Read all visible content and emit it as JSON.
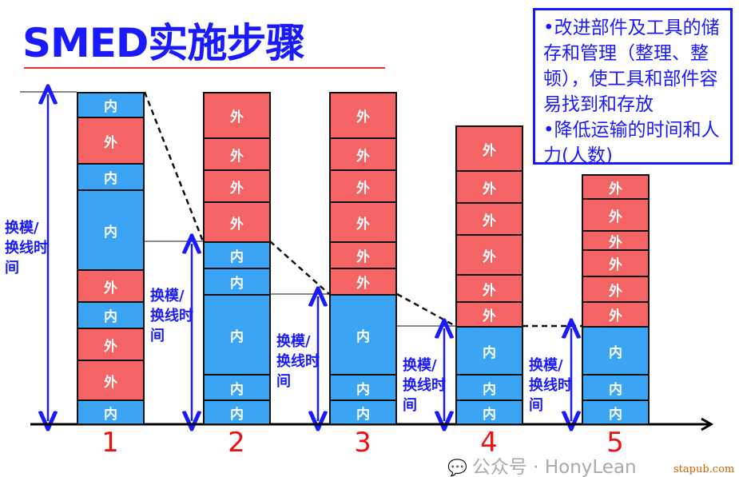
{
  "title": "SMED实施步骤",
  "note": {
    "lines": [
      "•改进部件及工具的储存和管理（整理、整顿），使工具和部件容易找到和存放",
      "•降低运输的时间和人力(人数)"
    ]
  },
  "legend": {
    "internal": "内",
    "external": "外"
  },
  "changeover_label": "换模/换线时间",
  "steps": [
    {
      "number": "1",
      "segments": [
        "in",
        "out",
        "in",
        "in",
        "out",
        "in",
        "out",
        "out",
        "in"
      ]
    },
    {
      "number": "2",
      "segments": [
        "out",
        "out",
        "out",
        "out",
        "in",
        "in",
        "in",
        "in",
        "in"
      ]
    },
    {
      "number": "3",
      "segments": [
        "out",
        "out",
        "out",
        "out",
        "out",
        "out",
        "in",
        "in",
        "in"
      ]
    },
    {
      "number": "4",
      "segments": [
        "out",
        "out",
        "out",
        "out",
        "out",
        "out",
        "in",
        "in",
        "in"
      ]
    },
    {
      "number": "5",
      "segments": [
        "out",
        "out",
        "out",
        "out",
        "out",
        "out",
        "in",
        "in",
        "in"
      ]
    }
  ],
  "watermark": {
    "text": "公众号 · HonyLean",
    "icon": "wechat-icon"
  },
  "site": "stapub.com",
  "colors": {
    "internal": "#3ba4f5",
    "external": "#f46464",
    "accent": "#1a1aff",
    "number": "#f01010"
  }
}
